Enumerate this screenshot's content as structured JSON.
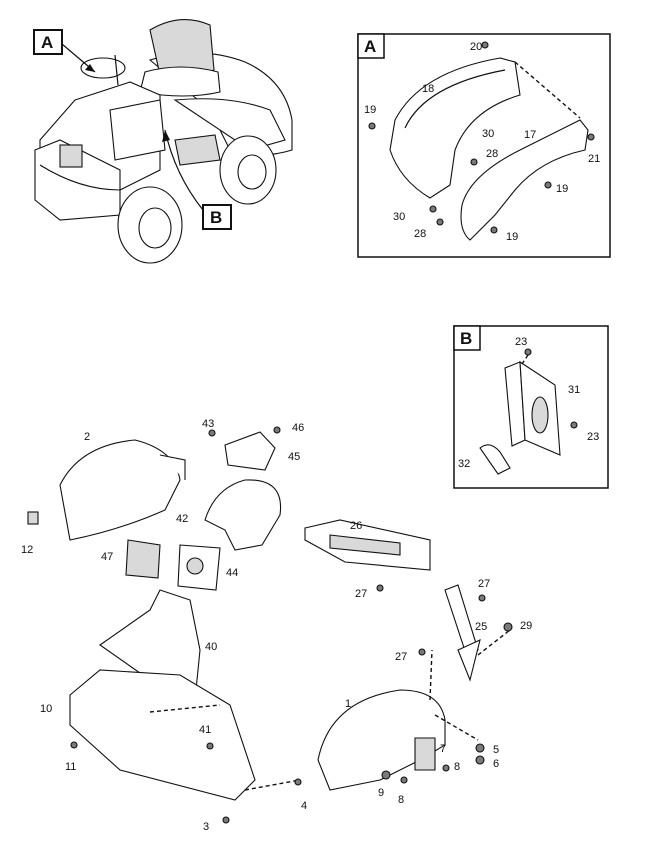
{
  "title": "",
  "callouts": {
    "a": "A",
    "b": "B"
  },
  "detail_a": {
    "box_label": "A",
    "labels": [
      "20",
      "18",
      "19",
      "30",
      "17",
      "28",
      "21",
      "19",
      "30",
      "28",
      "19"
    ]
  },
  "detail_b": {
    "box_label": "B",
    "labels": [
      "23",
      "31",
      "23",
      "32"
    ]
  },
  "main": {
    "labels": [
      "43",
      "46",
      "45",
      "2",
      "42",
      "12",
      "47",
      "44",
      "26",
      "27",
      "27",
      "25",
      "29",
      "27",
      "40",
      "10",
      "41",
      "11",
      "1",
      "7",
      "5",
      "6",
      "8",
      "9",
      "8",
      "4",
      "3"
    ]
  }
}
